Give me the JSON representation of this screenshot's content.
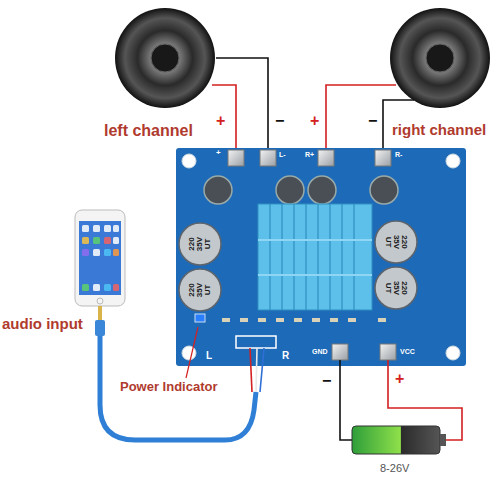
{
  "diagram": {
    "labels": [
      "left channel",
      "+",
      "−",
      "+",
      "−",
      "right channel",
      "+",
      "L-",
      "R+",
      "R-",
      "220 35V UT",
      "220 35V UT",
      "220 35V UT",
      "220 35V UT",
      "audio input",
      "L",
      "R",
      "GND",
      "VCC",
      "Power Indicator",
      "−",
      "+",
      "8-26V"
    ]
  }
}
